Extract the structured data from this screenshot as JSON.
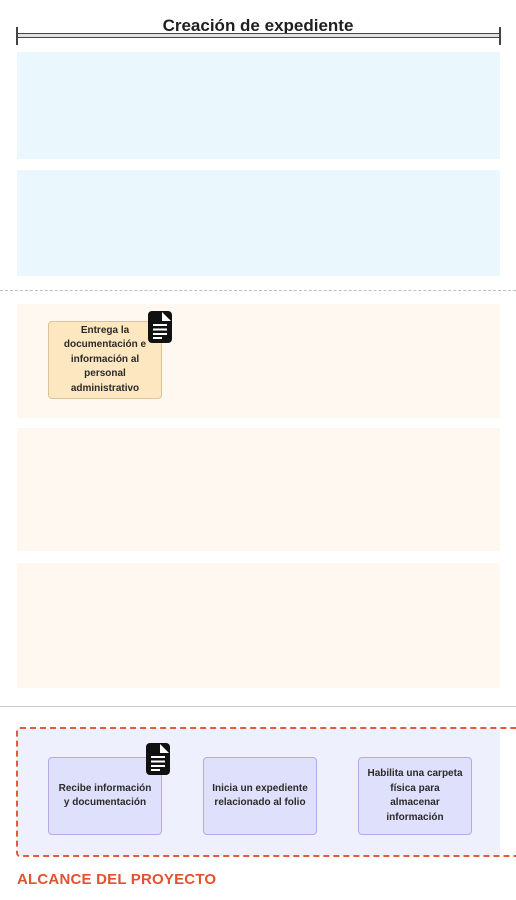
{
  "header": {
    "title": "Creación de expediente"
  },
  "cards": {
    "entrega": "Entrega la documentación e información al personal administrativo",
    "recibe": "Recibe información y documentación",
    "inicia": "Inicia un expediente relacionado al folio",
    "habilita": "Habilita una carpeta física para almacenar información"
  },
  "scope": {
    "label": "ALCANCE DEL PROYECTO"
  },
  "colors": {
    "cyan_lane": "#eaf8fd",
    "peach_lane": "#fff8f1",
    "lavender_lane": "#eef0fd",
    "yellow_card": "#fde7c1",
    "purple_card": "#dfe0fb",
    "scope_accent": "#e4512f"
  },
  "icons": [
    "document-icon",
    "document-icon"
  ]
}
